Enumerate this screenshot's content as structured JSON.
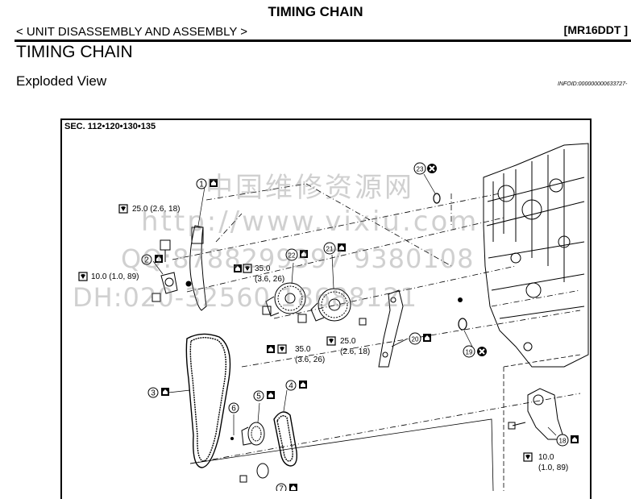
{
  "header": {
    "title": "TIMING CHAIN",
    "subtitle": "< UNIT DISASSEMBLY AND ASSEMBLY >",
    "model_code": "[MR16DDT ]"
  },
  "section": {
    "title": "TIMING CHAIN",
    "subtitle": "Exploded View",
    "infoid": "INFOID:000000000633727-"
  },
  "figure": {
    "sec_label": "SEC. 112•120•130•135",
    "parts": [
      "1",
      "2",
      "3",
      "4",
      "5",
      "6",
      "7",
      "18",
      "19",
      "20",
      "21",
      "22",
      "23"
    ],
    "torques": {
      "t1": {
        "a": "25.0 (2.6, 18)"
      },
      "t2": {
        "a": "10.0 (1.0, 89)"
      },
      "t3": {
        "a": "35.0",
        "b": "(3.6, 26)"
      },
      "t4": {
        "a": "35.0",
        "b": "(3.6, 26)"
      },
      "t5": {
        "a": "25.0",
        "b": "(2.6, 18)"
      },
      "t6": {
        "a": "10.0",
        "b": "(1.0, 89)"
      }
    },
    "watermark": {
      "line1": "中国维修资源网",
      "line2": "http://www.vixiu.com",
      "line3": "QQ:8788299397 9380108",
      "line4": "DH:020-32560 18688121"
    }
  }
}
